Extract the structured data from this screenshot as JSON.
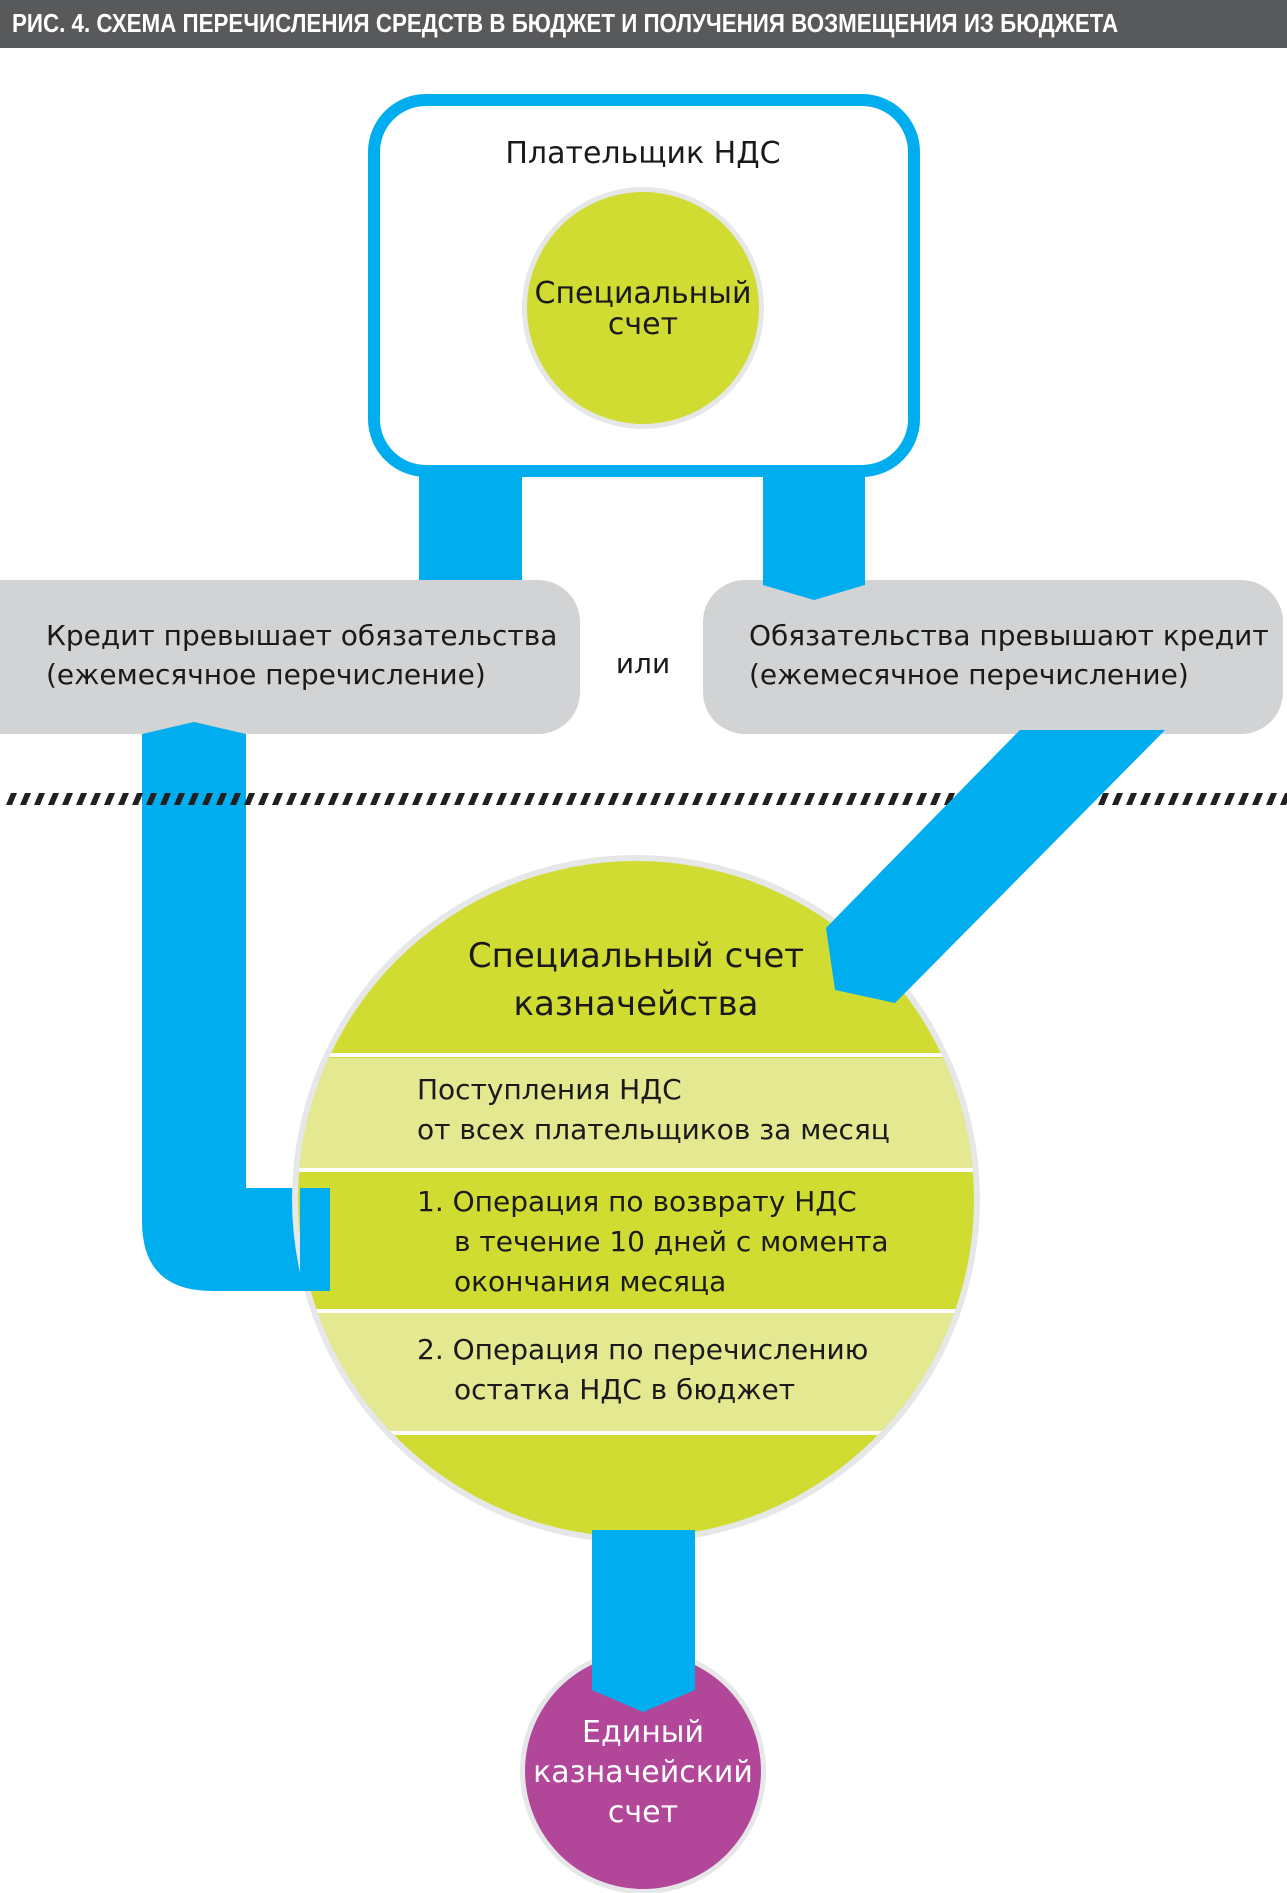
{
  "header": {
    "title": "РИС. 4. СХЕМА ПЕРЕЧИСЛЕНИЯ СРЕДСТВ В БЮДЖЕТ И ПОЛУЧЕНИЯ ВОЗМЕЩЕНИЯ ИЗ БЮДЖЕТА"
  },
  "colors": {
    "header_bg": "#58595b",
    "flow_blue": "#00aeef",
    "account_green": "#d0dc32",
    "row_light_green": "#e3e891",
    "option_gray": "#d1d3d4",
    "treasury_purple": "#b2479a"
  },
  "payer_box": {
    "title": "Плательщик НДС",
    "account": {
      "line1": "Специальный",
      "line2": "счет"
    }
  },
  "options": {
    "left": {
      "line1": "Кредит превышает обязательства",
      "line2": "(ежемесячное перечисление)"
    },
    "separator": "или",
    "right": {
      "line1": "Обязательства превышают кредит",
      "line2": "(ежемесячное перечисление)"
    }
  },
  "treasury_account": {
    "title_line1": "Специальный счет",
    "title_line2": "казначейства",
    "rows": [
      {
        "lines": [
          "Поступления НДС",
          "от всех плательщиков за месяц"
        ]
      },
      {
        "lines": [
          "1. Операция по возврату НДС",
          "в течение 10 дней с момента",
          "окончания месяца"
        ]
      },
      {
        "lines": [
          "2. Операция по перечислению",
          "остатка НДС в бюджет"
        ]
      }
    ]
  },
  "single_treasury_account": {
    "line1": "Единый",
    "line2": "казначейский",
    "line3": "счет"
  }
}
